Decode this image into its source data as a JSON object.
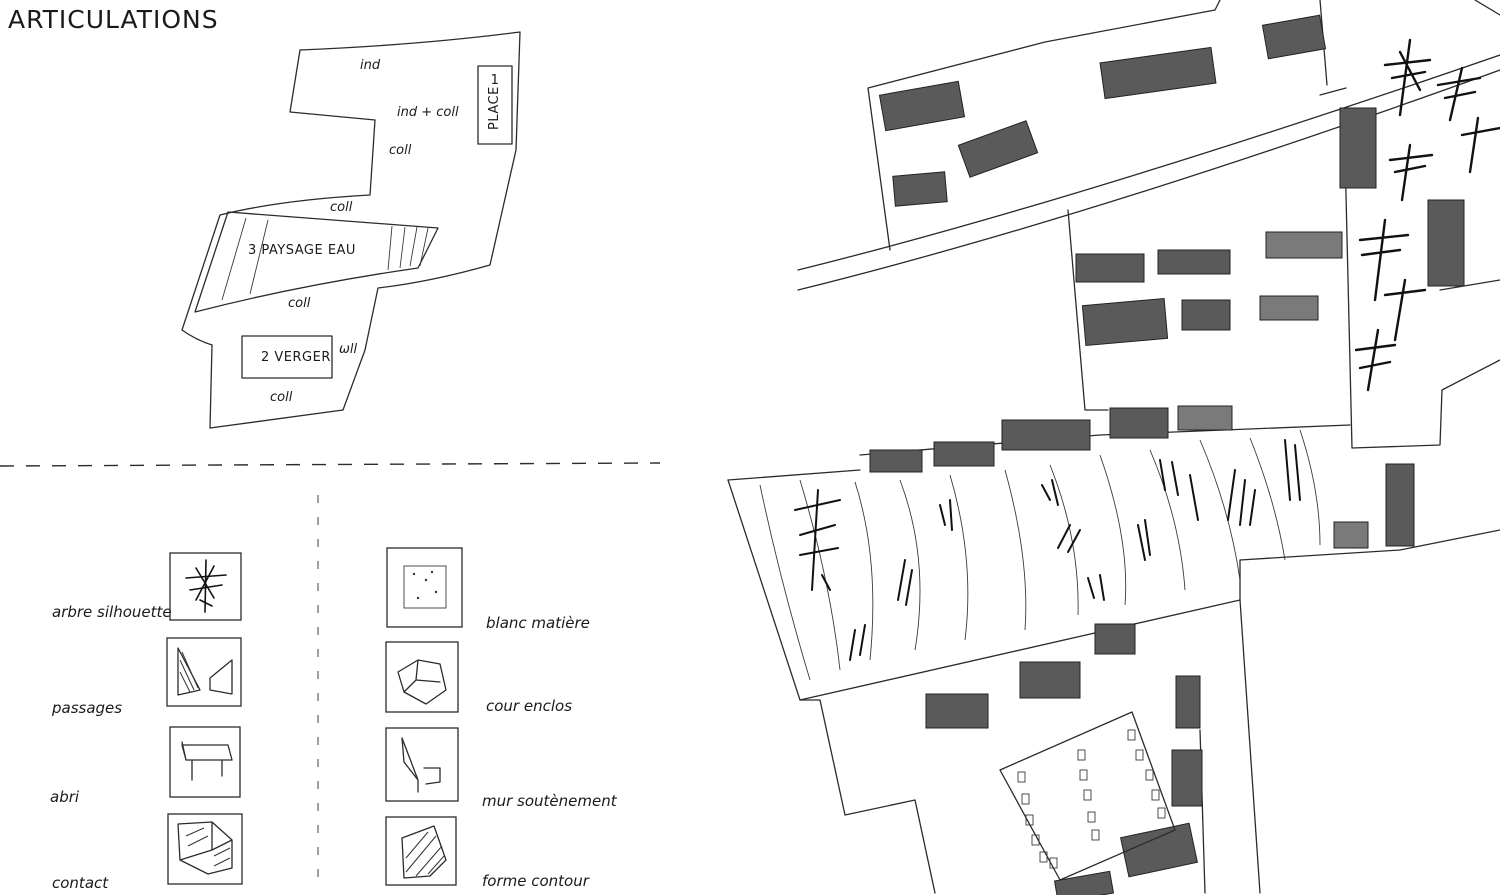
{
  "title": "ARTICULATIONS",
  "zones": {
    "ind": "ind",
    "ind_coll": "ind + coll",
    "coll_1": "coll",
    "coll_2": "coll",
    "coll_3": "coll",
    "coll_4": "coll",
    "coll_5": "ωll",
    "place_num": "1",
    "place": "PLACE",
    "paysage": "3   PAYSAGE EAU",
    "verger": "2 VERGER"
  },
  "legend": {
    "left": [
      "arbre silhouette",
      "passages",
      "abri",
      "contact"
    ],
    "right": [
      "blanc matière",
      "cour enclos",
      "mur soutènement",
      "forme contour"
    ]
  }
}
